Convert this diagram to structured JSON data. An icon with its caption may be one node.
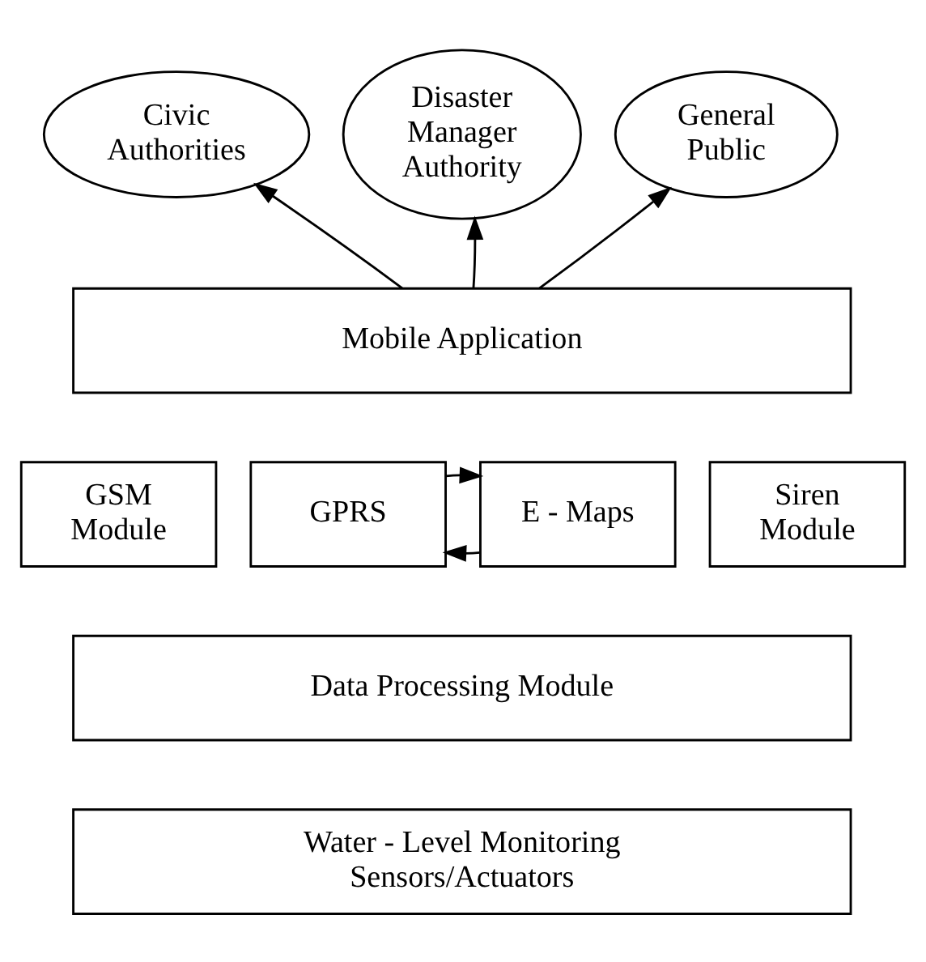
{
  "diagram": {
    "nodes": [
      {
        "text": [
          "Civic Authorities"
        ]
      },
      {
        "text": [
          "Disaster Manager Authority"
        ]
      },
      {
        "text": [
          "General Public"
        ]
      },
      {
        "text": [
          "Mobile Application"
        ]
      },
      {
        "text": [
          "GSM Module"
        ]
      },
      {
        "text": [
          "GPRS"
        ]
      },
      {
        "text": [
          "E - Maps"
        ]
      },
      {
        "text": [
          "Siren Module"
        ]
      },
      {
        "text": [
          "Data Processing Module"
        ]
      },
      {
        "text": [
          "Water - Level Monitoring Sensors/Actuators"
        ]
      }
    ],
    "edges": [
      {
        "from": 3,
        "to": 0,
        "arrow": "to"
      },
      {
        "from": 3,
        "to": 1,
        "arrow": "to"
      },
      {
        "from": 3,
        "to": 2,
        "arrow": "to"
      },
      {
        "from": 5,
        "to": 6,
        "arrow": "to"
      },
      {
        "from": 6,
        "to": 5,
        "arrow": "to"
      }
    ]
  }
}
